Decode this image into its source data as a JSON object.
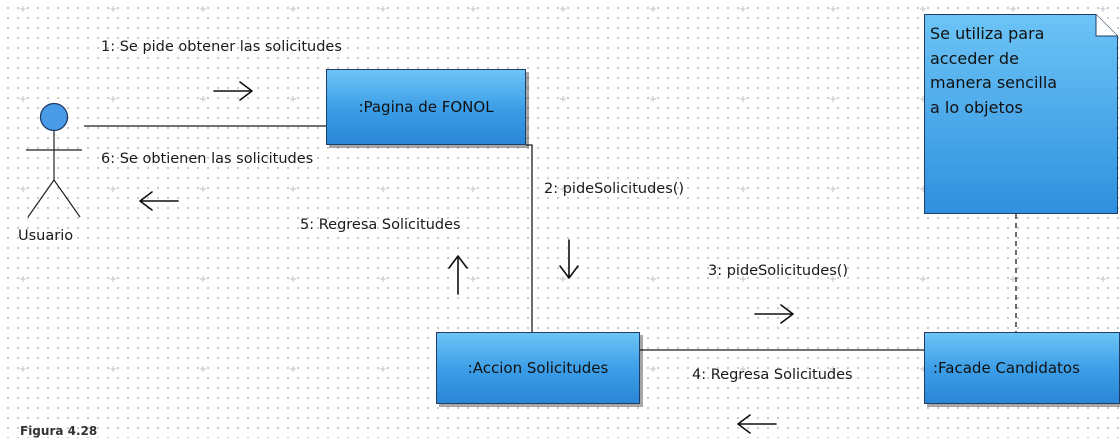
{
  "actor": {
    "label": "Usuario"
  },
  "objects": {
    "pagina": ":Pagina de FONOL",
    "accion": ":Accion Solicitudes",
    "facade": ":Facade Candidatos"
  },
  "messages": {
    "m1": "1: Se pide obtener las solicitudes",
    "m2": "2: pideSolicitudes()",
    "m3": "3: pideSolicitudes()",
    "m4": "4: Regresa Solicitudes",
    "m5": "5: Regresa Solicitudes",
    "m6": "6: Se obtienen las solicitudes"
  },
  "note": {
    "text": "Se utiliza para\nacceder de\nmanera sencilla\na lo objetos"
  },
  "caption": "Figura 4.28"
}
